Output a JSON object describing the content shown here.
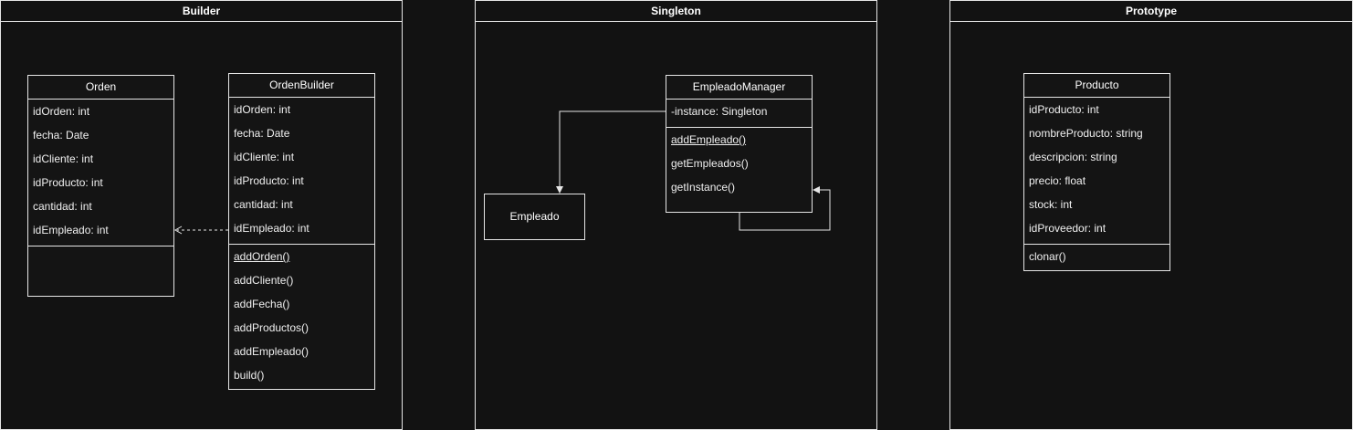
{
  "pools": {
    "builder": {
      "title": "Builder"
    },
    "singleton": {
      "title": "Singleton"
    },
    "prototype": {
      "title": "Prototype"
    }
  },
  "orden": {
    "name": "Orden",
    "attributes": [
      "idOrden: int",
      "fecha: Date",
      "idCliente: int",
      "idProducto: int",
      "cantidad: int",
      "idEmpleado: int"
    ]
  },
  "orden_builder": {
    "name": "OrdenBuilder",
    "attributes": [
      "idOrden: int",
      "fecha: Date",
      "idCliente: int",
      "idProducto: int",
      "cantidad: int",
      "idEmpleado: int"
    ],
    "methods": [
      "addOrden()",
      "addCliente()",
      "addFecha()",
      "addProductos()",
      "addEmpleado()",
      "build()"
    ]
  },
  "empleado_manager": {
    "name": "EmpleadoManager",
    "attributes": [
      "-instance: Singleton"
    ],
    "methods": [
      "addEmpleado()",
      "getEmpleados()",
      "getInstance()"
    ]
  },
  "empleado": {
    "name": "Empleado"
  },
  "producto": {
    "name": "Producto",
    "attributes": [
      "idProducto: int",
      "nombreProducto: string",
      "descripcion: string",
      "precio: float",
      "stock: int",
      "idProveedor: int"
    ],
    "methods": [
      "clonar()"
    ]
  }
}
